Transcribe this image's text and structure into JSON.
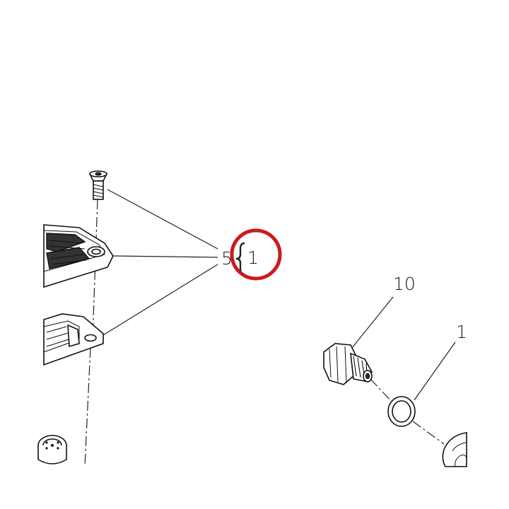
{
  "callouts": {
    "plate_group": "5",
    "plate_group_ref": "1",
    "banjo_bolt": "10",
    "washer": "1"
  },
  "colors": {
    "highlight_circle": "#cc1a1a",
    "line": "#222222"
  }
}
